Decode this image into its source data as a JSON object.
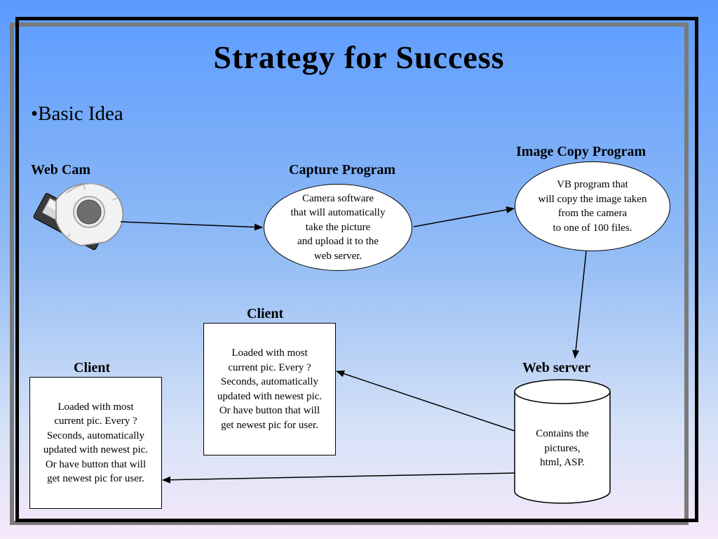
{
  "title": "Strategy for Success",
  "bullet": "•Basic Idea",
  "nodes": {
    "webcam": {
      "label": "Web Cam"
    },
    "capture": {
      "label": "Capture Program",
      "lines": [
        "Camera software",
        "that will automatically",
        "take the picture",
        "and upload it to the",
        "web server."
      ]
    },
    "imagecopy": {
      "label": "Image Copy Program",
      "lines": [
        "VB program that",
        "will copy the image  taken",
        "from the camera",
        "to one of 100 files."
      ]
    },
    "webserver": {
      "label": "Web server",
      "lines": [
        "Contains the",
        "pictures,",
        "html, ASP."
      ]
    },
    "client_middle": {
      "label": "Client",
      "lines": [
        "Loaded with most",
        "current pic.  Every ?",
        "Seconds, automatically",
        "updated with newest pic.",
        "Or have button that will",
        "get newest pic for user."
      ]
    },
    "client_left": {
      "label": "Client",
      "lines": [
        "Loaded with most",
        "current pic.  Every ?",
        "Seconds, automatically",
        "updated with newest pic.",
        "Or have button that will",
        "get newest pic for user."
      ]
    }
  },
  "edges": [
    {
      "from": "webcam",
      "to": "capture"
    },
    {
      "from": "capture",
      "to": "imagecopy"
    },
    {
      "from": "imagecopy",
      "to": "webserver"
    },
    {
      "from": "webserver",
      "to": "client_middle"
    },
    {
      "from": "webserver",
      "to": "client_left"
    }
  ],
  "colors": {
    "background_top": "#5b9bff",
    "background_bottom": "#f7e8fa",
    "frame": "#000000",
    "frame_shadow": "#7a7a7a",
    "node_fill": "#ffffff"
  }
}
